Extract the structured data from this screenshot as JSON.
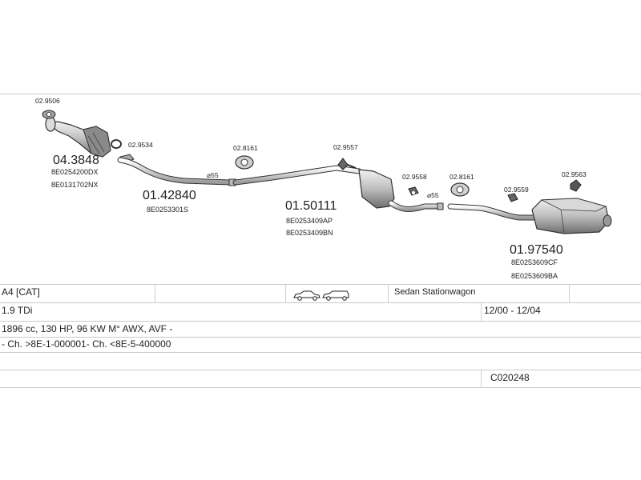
{
  "diagram": {
    "parts": [
      {
        "number": "04.3848",
        "refs": [
          "8E0254200DX",
          "8E0131702NX"
        ]
      },
      {
        "number": "01.42840",
        "refs": [
          "8E0253301S"
        ]
      },
      {
        "number": "01.50111",
        "refs": [
          "8E0253409AP",
          "8E0253409BN"
        ]
      },
      {
        "number": "01.97540",
        "refs": [
          "8E0253609CF",
          "8E0253609BA"
        ]
      }
    ],
    "fittings": [
      "02.9506",
      "02.9534",
      "02.8161",
      "02.9557",
      "02.9558",
      "02.8161",
      "02.9559",
      "02.9563"
    ],
    "diameters": [
      "⌀55",
      "⌀55"
    ]
  },
  "table": {
    "model": "A4  [CAT]",
    "body_type": "Sedan Stationwagon",
    "engine": "1.9 TDi",
    "years": "12/00 - 12/04",
    "spec": "1896 cc, 130 HP, 96 KW M° AWX, AVF -",
    "chassis": "- Ch. >8E-1-000001- Ch. <8E-5-400000",
    "code": "C020248"
  },
  "icons": [
    "sedan-car-icon",
    "stationwagon-car-icon"
  ]
}
